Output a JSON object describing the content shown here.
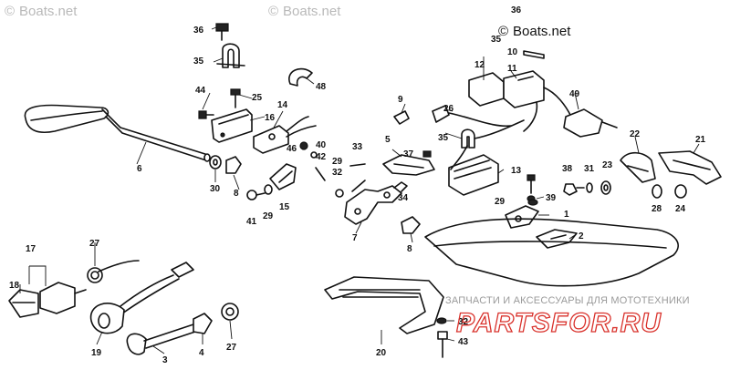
{
  "watermark": {
    "symbol": "©",
    "text": "Boats.net",
    "color_light": "#b9b9b9",
    "color_dark": "#111111"
  },
  "branding": {
    "tagline": "ЗАПЧАСТИ И АКСЕССУАРЫ ДЛЯ МОТОТЕХНИКИ",
    "logo_text": "PARTSFOR.RU",
    "logo_color": "#d9322c"
  },
  "callouts": {
    "c1": "1",
    "c2": "2",
    "c3": "3",
    "c4": "4",
    "c5": "5",
    "c6": "6",
    "c7": "7",
    "c8a": "8",
    "c8b": "8",
    "c9": "9",
    "c10": "10",
    "c11": "11",
    "c12": "12",
    "c13": "13",
    "c14": "14",
    "c15": "15",
    "c16": "16",
    "c17": "17",
    "c18": "18",
    "c19": "19",
    "c20": "20",
    "c21": "21",
    "c22": "22",
    "c23": "23",
    "c24": "24",
    "c25": "25",
    "c26": "26",
    "c27a": "27",
    "c27b": "27",
    "c28": "28",
    "c29a": "29",
    "c29b": "29",
    "c29c": "29",
    "c30": "30",
    "c31": "31",
    "c32a": "32",
    "c32b": "32",
    "c33": "33",
    "c34": "34",
    "c35a": "35",
    "c35b": "35",
    "c35c": "35",
    "c36a": "36",
    "c36b": "36",
    "c37": "37",
    "c38": "38",
    "c39": "39",
    "c40": "40",
    "c41": "41",
    "c42": "42",
    "c43": "43",
    "c44": "44",
    "c46": "46",
    "c48": "48",
    "c49": "49"
  }
}
